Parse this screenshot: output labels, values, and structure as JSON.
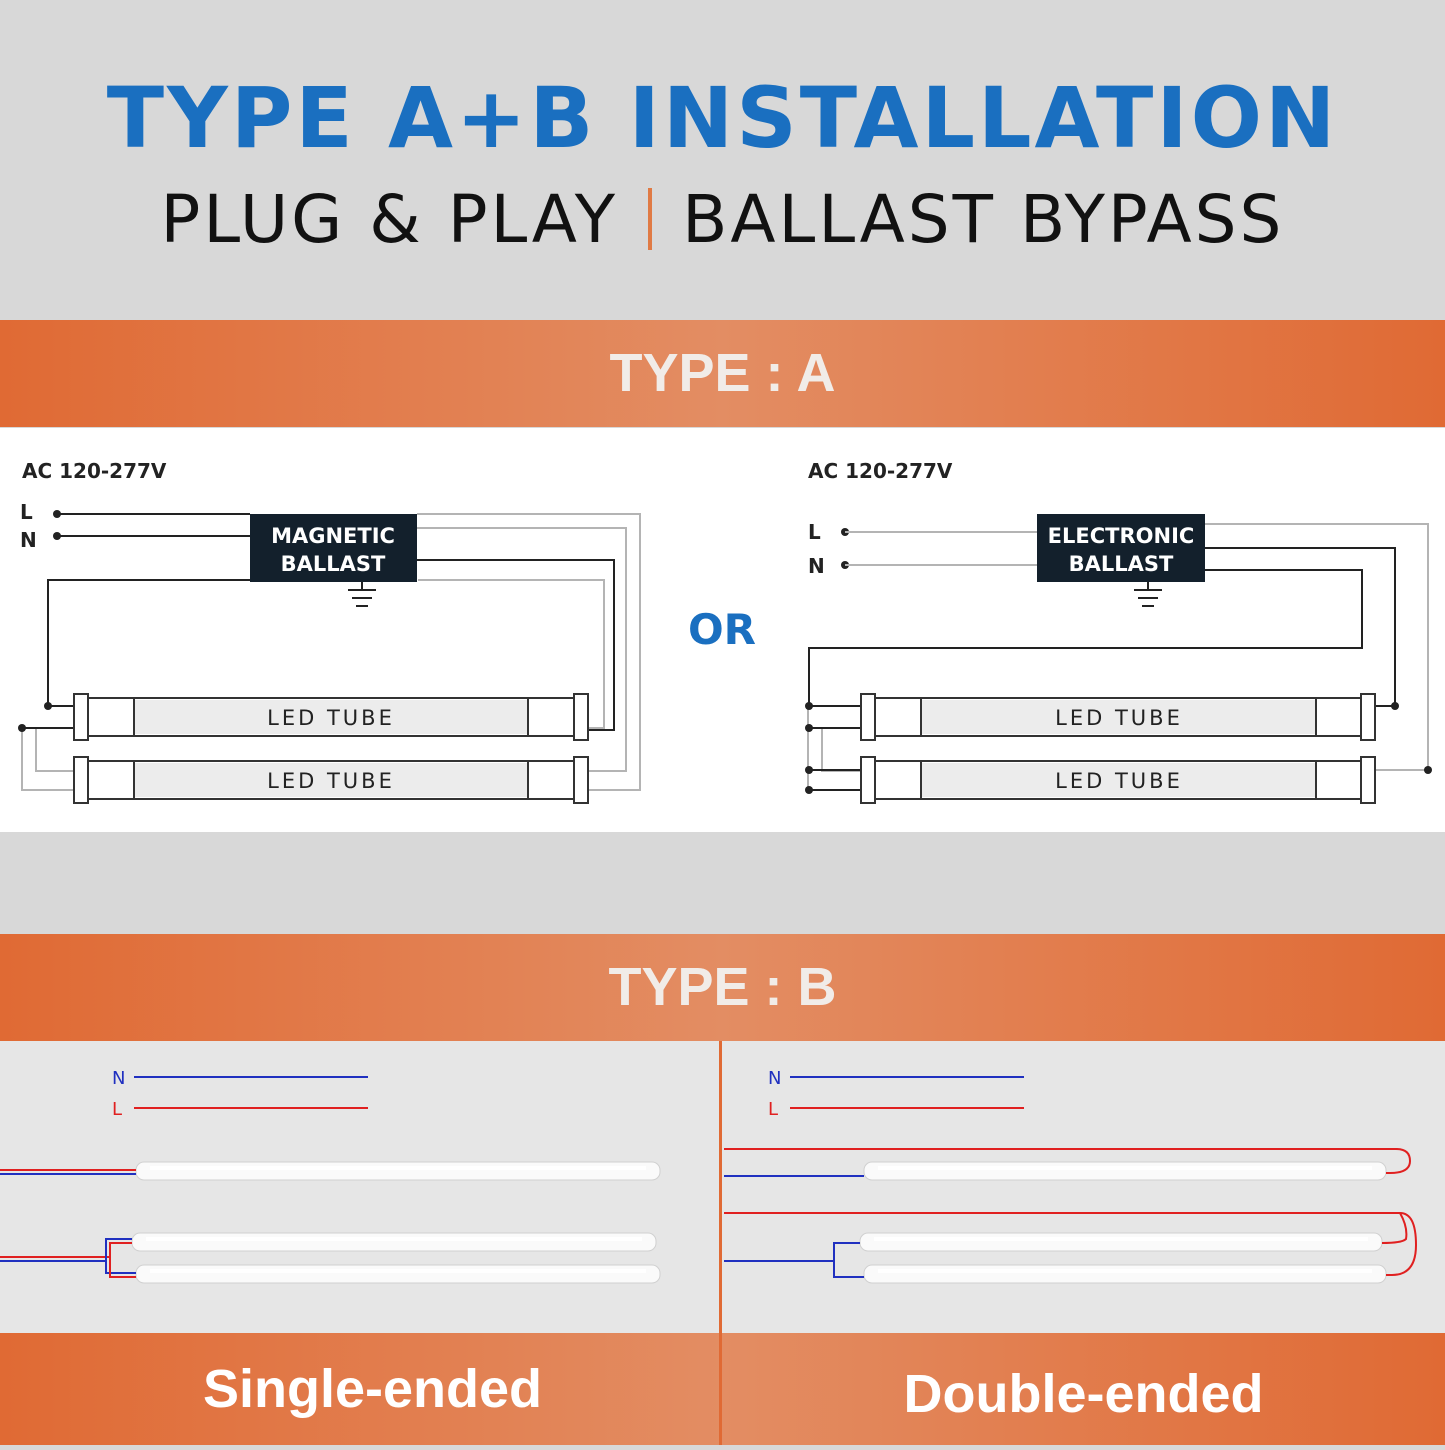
{
  "header": {
    "title": "TYPE A+B INSTALLATION",
    "subtitle_left": "PLUG & PLAY",
    "subtitle_right": "BALLAST BYPASS"
  },
  "type_a": {
    "heading": "TYPE : A",
    "left": {
      "voltage": "AC 120-277V",
      "line_label": "L",
      "neutral_label": "N",
      "ballast_line1": "MAGNETIC",
      "ballast_line2": "BALLAST",
      "tube1": "LED TUBE",
      "tube2": "LED TUBE"
    },
    "or_label": "OR",
    "right": {
      "voltage": "AC 120-277V",
      "line_label": "L",
      "neutral_label": "N",
      "ballast_line1": "ELECTRONIC",
      "ballast_line2": "BALLAST",
      "tube1": "LED TUBE",
      "tube2": "LED TUBE"
    }
  },
  "type_b": {
    "heading": "TYPE : B",
    "left": {
      "neutral_label": "N",
      "line_label": "L",
      "caption": "Single-ended"
    },
    "right": {
      "neutral_label": "N",
      "line_label": "L",
      "caption": "Double-ended"
    }
  },
  "colors": {
    "title_blue": "#1a6fc0",
    "band_orange": "#e06a34",
    "wire_red": "#e02020",
    "wire_blue": "#2030c0"
  }
}
